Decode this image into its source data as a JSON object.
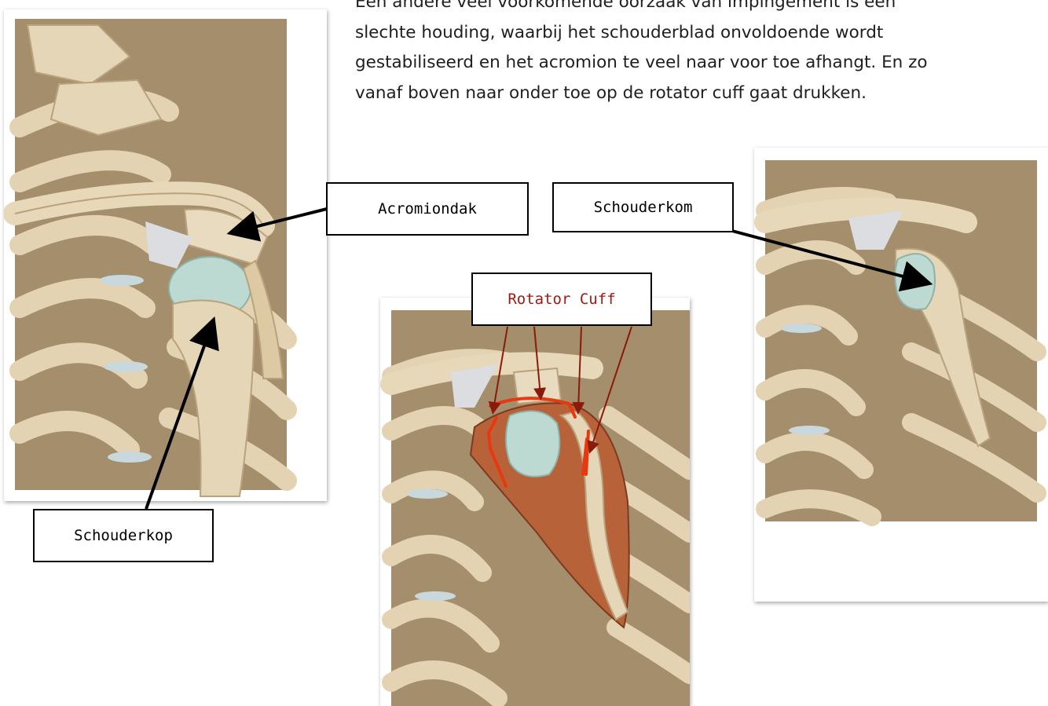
{
  "paragraph": {
    "lines": [
      "Een andere veel voorkomende oorzaak van impingement is een",
      "slechte houding, waarbij het schouderblad onvoldoende wordt",
      "gestabiliseerd en het acromion te veel naar voor toe afhangt. En zo",
      "vanaf boven naar onder toe op de rotator cuff gaat drukken."
    ]
  },
  "labels": {
    "acromiondak": "Acromiondak",
    "schouderkom": "Schouderkom",
    "rotator_cuff": "Rotator Cuff",
    "schouderkop": "Schouderkop"
  },
  "colors": {
    "bone": "#e6d6b8",
    "bone_shadow": "#b9a27c",
    "cartilage": "#b9d8cf",
    "muscle": "#b8623a",
    "rotator_line": "#e8380f",
    "arrow_red": "#8a1a0c"
  }
}
